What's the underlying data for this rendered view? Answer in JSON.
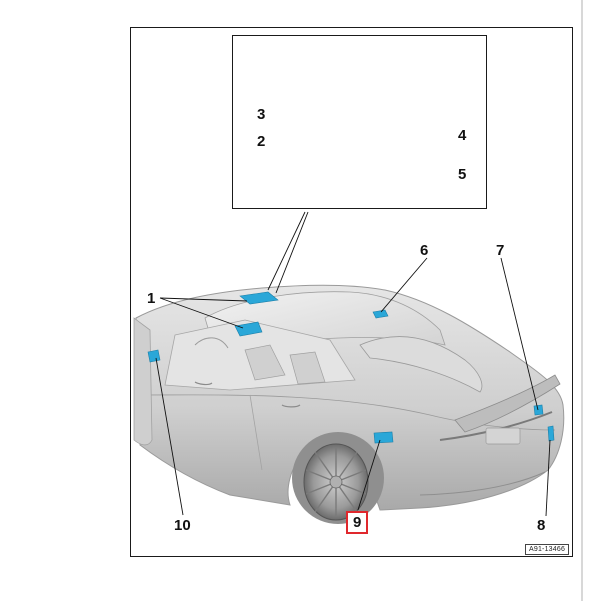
{
  "diagram": {
    "callouts": [
      {
        "id": "1",
        "label": "1"
      },
      {
        "id": "2",
        "label": "2"
      },
      {
        "id": "3",
        "label": "3"
      },
      {
        "id": "4",
        "label": "4"
      },
      {
        "id": "5",
        "label": "5"
      },
      {
        "id": "6",
        "label": "6"
      },
      {
        "id": "7",
        "label": "7"
      },
      {
        "id": "8",
        "label": "8"
      },
      {
        "id": "9",
        "label": "9",
        "highlighted": true
      },
      {
        "id": "10",
        "label": "10"
      }
    ],
    "reference_code": "A91-13466",
    "colors": {
      "highlight_box": "#e0282d",
      "component": "#2aa7d8",
      "car_body": "#c8c8c8"
    }
  }
}
